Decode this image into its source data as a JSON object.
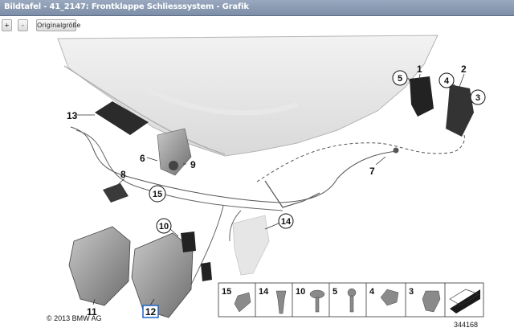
{
  "window": {
    "title": "Bildtafel - 41_2147: Frontklappe Schliesssystem - Grafik"
  },
  "toolbar": {
    "zoom_in": "+",
    "zoom_out": "-",
    "original_size": "Originalgröße"
  },
  "diagram": {
    "callouts": [
      "1",
      "2",
      "3",
      "4",
      "5",
      "6",
      "7",
      "8",
      "9",
      "10",
      "11",
      "12",
      "13",
      "14",
      "15"
    ],
    "legend": [
      "15",
      "14",
      "10",
      "5",
      "4",
      "3"
    ],
    "copyright": "© 2013 BMW AG",
    "drawing_number": "344168"
  }
}
